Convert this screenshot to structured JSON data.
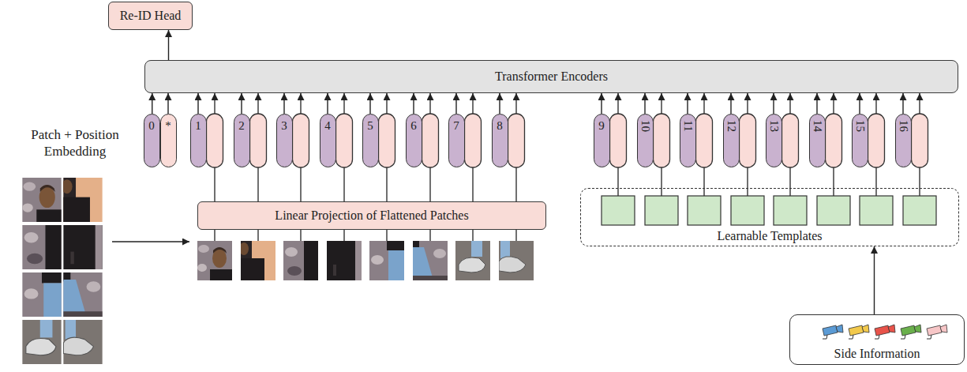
{
  "diagram": {
    "nodes": [
      {
        "text": [
          "Re-ID Head"
        ]
      },
      {
        "text": [
          "Transformer Encoders"
        ]
      },
      {
        "text": [
          "0"
        ]
      },
      {
        "text": [
          "*"
        ]
      },
      {
        "text": [
          "1"
        ]
      },
      {
        "text": [
          "2"
        ]
      },
      {
        "text": [
          "3"
        ]
      },
      {
        "text": [
          "4"
        ]
      },
      {
        "text": [
          "5"
        ]
      },
      {
        "text": [
          "6"
        ]
      },
      {
        "text": [
          "7"
        ]
      },
      {
        "text": [
          "8"
        ]
      },
      {
        "text": [
          "9"
        ]
      },
      {
        "text": [
          "10"
        ]
      },
      {
        "text": [
          "11"
        ]
      },
      {
        "text": [
          "12"
        ]
      },
      {
        "text": [
          "13"
        ]
      },
      {
        "text": [
          "14"
        ]
      },
      {
        "text": [
          "15"
        ]
      },
      {
        "text": [
          "16"
        ]
      },
      {
        "text": [
          "Linear Projection of Flattened Patches"
        ]
      },
      {
        "text": [
          "Learnable Templates"
        ]
      },
      {
        "text": [
          "Side Information"
        ]
      }
    ],
    "edges": [
      {
        "from": 1,
        "to": 0,
        "arrow": "to"
      },
      {
        "from": 2,
        "to": 1,
        "arrow": "to"
      },
      {
        "from": 3,
        "to": 1,
        "arrow": "to"
      },
      {
        "from": 4,
        "to": 1,
        "arrow": "to"
      },
      {
        "from": 5,
        "to": 1,
        "arrow": "to"
      },
      {
        "from": 6,
        "to": 1,
        "arrow": "to"
      },
      {
        "from": 7,
        "to": 1,
        "arrow": "to"
      },
      {
        "from": 8,
        "to": 1,
        "arrow": "to"
      },
      {
        "from": 9,
        "to": 1,
        "arrow": "to"
      },
      {
        "from": 10,
        "to": 1,
        "arrow": "to"
      },
      {
        "from": 11,
        "to": 1,
        "arrow": "to"
      },
      {
        "from": 12,
        "to": 1,
        "arrow": "to"
      },
      {
        "from": 13,
        "to": 1,
        "arrow": "to"
      },
      {
        "from": 14,
        "to": 1,
        "arrow": "to"
      },
      {
        "from": 15,
        "to": 1,
        "arrow": "to"
      },
      {
        "from": 16,
        "to": 1,
        "arrow": "to"
      },
      {
        "from": 17,
        "to": 1,
        "arrow": "to"
      },
      {
        "from": 18,
        "to": 1,
        "arrow": "to"
      },
      {
        "from": 19,
        "to": 1,
        "arrow": "to"
      },
      {
        "from": 22,
        "to": 21,
        "arrow": "to"
      }
    ],
    "labels": [
      "Patch + Position Embedding"
    ]
  }
}
